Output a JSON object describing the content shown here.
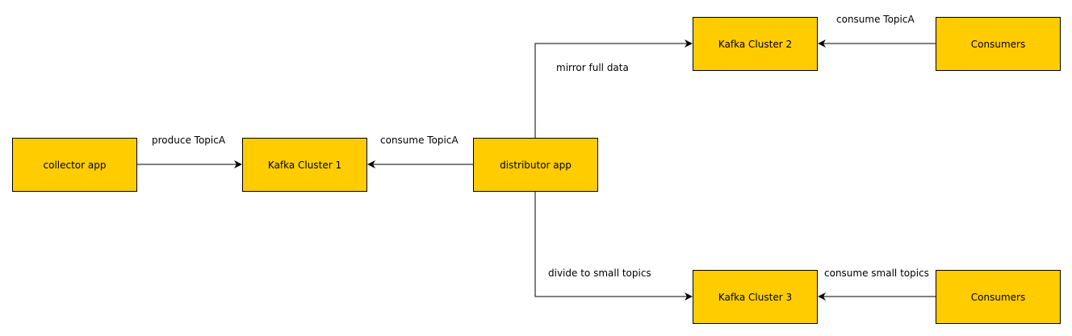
{
  "colors": {
    "node_fill": "#ffcc00",
    "node_border": "#000000",
    "edge": "#000000",
    "background": "#ffffff"
  },
  "nodes": {
    "collector": "collector app",
    "kafka1": "Kafka Cluster 1",
    "distributor": "distributor app",
    "kafka2": "Kafka Cluster 2",
    "kafka3": "Kafka Cluster 3",
    "consumers_top": "Consumers",
    "consumers_bottom": "Consumers"
  },
  "edges": {
    "produce": "produce TopicA",
    "consume_1": "consume TopicA",
    "mirror": "mirror full data",
    "divide": "divide to small topics",
    "consume_2": "consume TopicA",
    "consume_3": "consume small topics"
  }
}
